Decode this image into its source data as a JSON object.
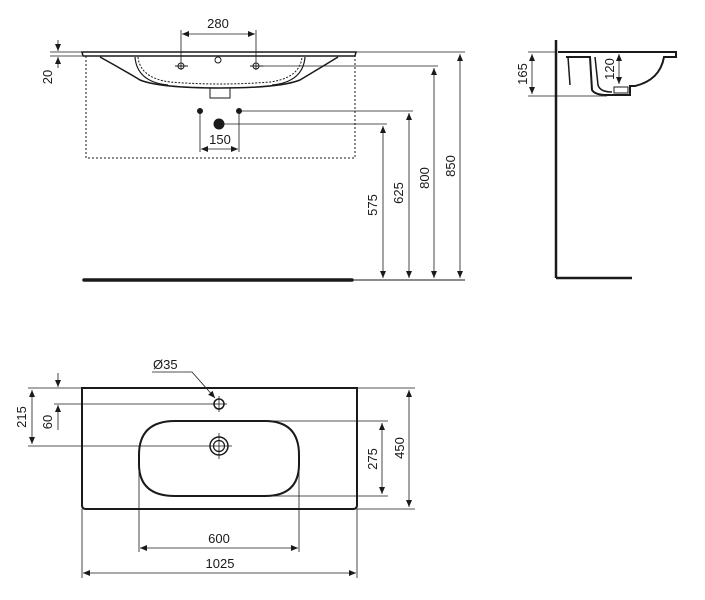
{
  "drawing": {
    "type": "technical-dimension-drawing",
    "subject": "washbasin",
    "views": {
      "front_elevation": {
        "dimensions": {
          "tap_hole_spacing": "280",
          "rim_thickness": "20",
          "waste_connections_spacing": "150",
          "height_575": "575",
          "height_625": "625",
          "height_800": "800",
          "height_850": "850"
        }
      },
      "side_elevation": {
        "dimensions": {
          "basin_height": "165",
          "bowl_depth": "120"
        }
      },
      "plan_view": {
        "dimensions": {
          "tap_hole_diameter": "Ø35",
          "overall_length": "1025",
          "bowl_length": "600",
          "overall_depth": "450",
          "bowl_depth": "275",
          "tap_hole_offset": "60",
          "waste_offset": "215"
        }
      }
    },
    "colors": {
      "line": "#1a1a1a",
      "background": "#ffffff"
    }
  }
}
